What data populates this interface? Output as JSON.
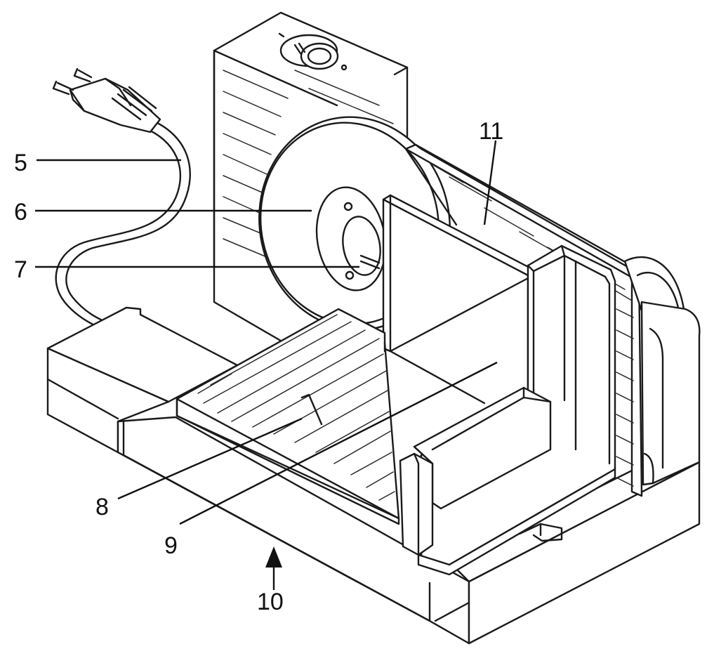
{
  "diagram": {
    "callouts": [
      {
        "id": "c5",
        "label": "5"
      },
      {
        "id": "c6",
        "label": "6"
      },
      {
        "id": "c7",
        "label": "7"
      },
      {
        "id": "c8",
        "label": "8"
      },
      {
        "id": "c9",
        "label": "9"
      },
      {
        "id": "c10",
        "label": "10"
      },
      {
        "id": "c11",
        "label": "11"
      }
    ]
  }
}
